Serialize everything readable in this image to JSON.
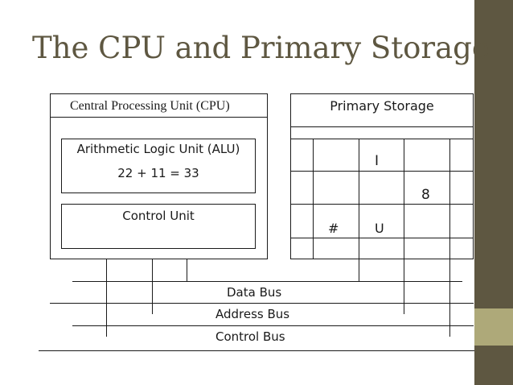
{
  "title": "The CPU and Primary Storage",
  "cpu": {
    "label": "Central Processing Unit (CPU)",
    "alu": {
      "label": "Arithmetic Logic Unit (ALU)",
      "expression": "22 + 11 = 33"
    },
    "control_unit": {
      "label": "Control Unit"
    }
  },
  "storage": {
    "label": "Primary Storage",
    "cells": {
      "i": "I",
      "eight": "8",
      "hash": "#",
      "u": "U"
    }
  },
  "buses": {
    "data": "Data Bus",
    "address": "Address Bus",
    "control": "Control Bus"
  },
  "colors": {
    "title": "#5e5741",
    "sidebar": "#5e5741",
    "sidebar_accent": "#aea979",
    "line": "#1a1a1a"
  }
}
